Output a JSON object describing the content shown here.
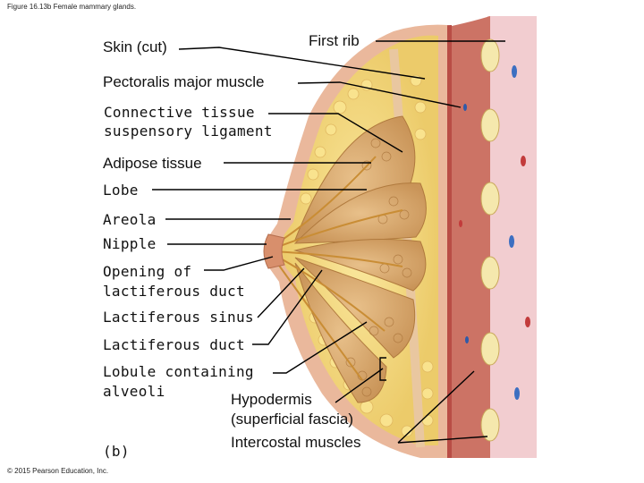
{
  "figure_caption": "Figure 16.13b Female mammary glands.",
  "panel_label": "(b)",
  "copyright": "© 2015 Pearson Education, Inc.",
  "labels": {
    "skin_cut": "Skin (cut)",
    "first_rib": "First rib",
    "pectoralis_major": "Pectoralis major muscle",
    "connective_tissue_line1": "Connective tissue",
    "connective_tissue_line2": "suspensory ligament",
    "adipose_tissue": "Adipose tissue",
    "lobe": "Lobe",
    "areola": "Areola",
    "nipple": "Nipple",
    "opening_line1": "Opening of",
    "opening_line2": "lactiferous duct",
    "lactiferous_sinus": "Lactiferous sinus",
    "lactiferous_duct": "Lactiferous duct",
    "lobule_line1": "Lobule containing",
    "lobule_line2": "alveoli",
    "hypodermis_line1": "Hypodermis",
    "hypodermis_line2": "(superficial fascia)",
    "intercostal_muscles": "Intercostal muscles"
  },
  "colors": {
    "skin": "#e8b79a",
    "adipose": "#f4dc86",
    "lobe": "#d9a86a",
    "muscle": "#c8685a",
    "chest_wall": "#f0c8c8",
    "rib": "#f2e4a8",
    "leader_line": "#000000"
  }
}
